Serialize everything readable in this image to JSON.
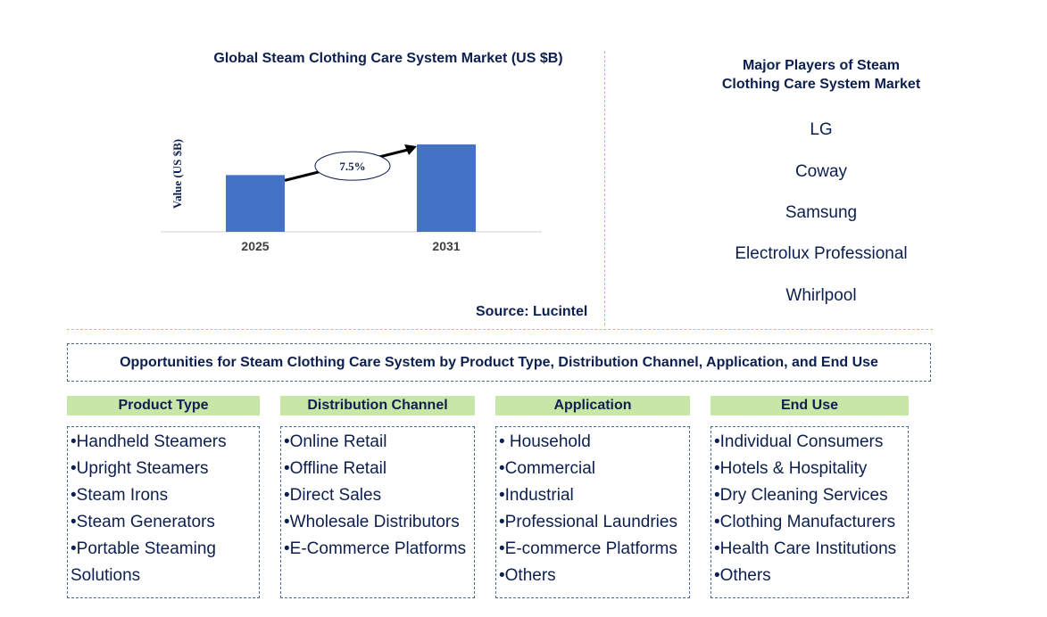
{
  "chart_data": {
    "type": "bar",
    "title": "Global Steam Clothing Care System Market (US $B)",
    "ylabel": "Value (US $B)",
    "xlabel": "",
    "categories": [
      "2025",
      "2031"
    ],
    "values": [
      1.0,
      1.54
    ],
    "annotation": "7.5%",
    "colors": {
      "bar": "#4472c4"
    }
  },
  "source": "Source: Lucintel",
  "players": {
    "title_line1": "Major Players of Steam",
    "title_line2": "Clothing Care System Market",
    "items": [
      "LG",
      "Coway",
      "Samsung",
      "Electrolux Professional",
      "Whirlpool"
    ]
  },
  "opportunities_title": "Opportunities for Steam Clothing Care System by Product Type,  Distribution Channel, Application, and End Use",
  "segments": [
    {
      "title": "Product Type",
      "items": [
        "Handheld Steamers",
        "Upright Steamers",
        "Steam Irons",
        "Steam Generators",
        "Portable Steaming Solutions"
      ]
    },
    {
      "title": "Distribution Channel",
      "items": [
        "Online Retail",
        "Offline Retail",
        "Direct Sales",
        "Wholesale Distributors",
        "E-Commerce Platforms"
      ]
    },
    {
      "title": "Application",
      "items": [
        " Household",
        "Commercial",
        "Industrial",
        "Professional Laundries",
        "E-commerce Platforms",
        "Others"
      ]
    },
    {
      "title": "End Use",
      "items": [
        "Individual Consumers",
        "Hotels & Hospitality",
        "Dry Cleaning Services",
        "Clothing Manufacturers",
        "Health Care Institutions",
        "Others"
      ]
    }
  ],
  "colors": {
    "segment_header_bg": "#c9e6a9",
    "divider": "#f2b84b",
    "text": "#0d1f4f"
  }
}
